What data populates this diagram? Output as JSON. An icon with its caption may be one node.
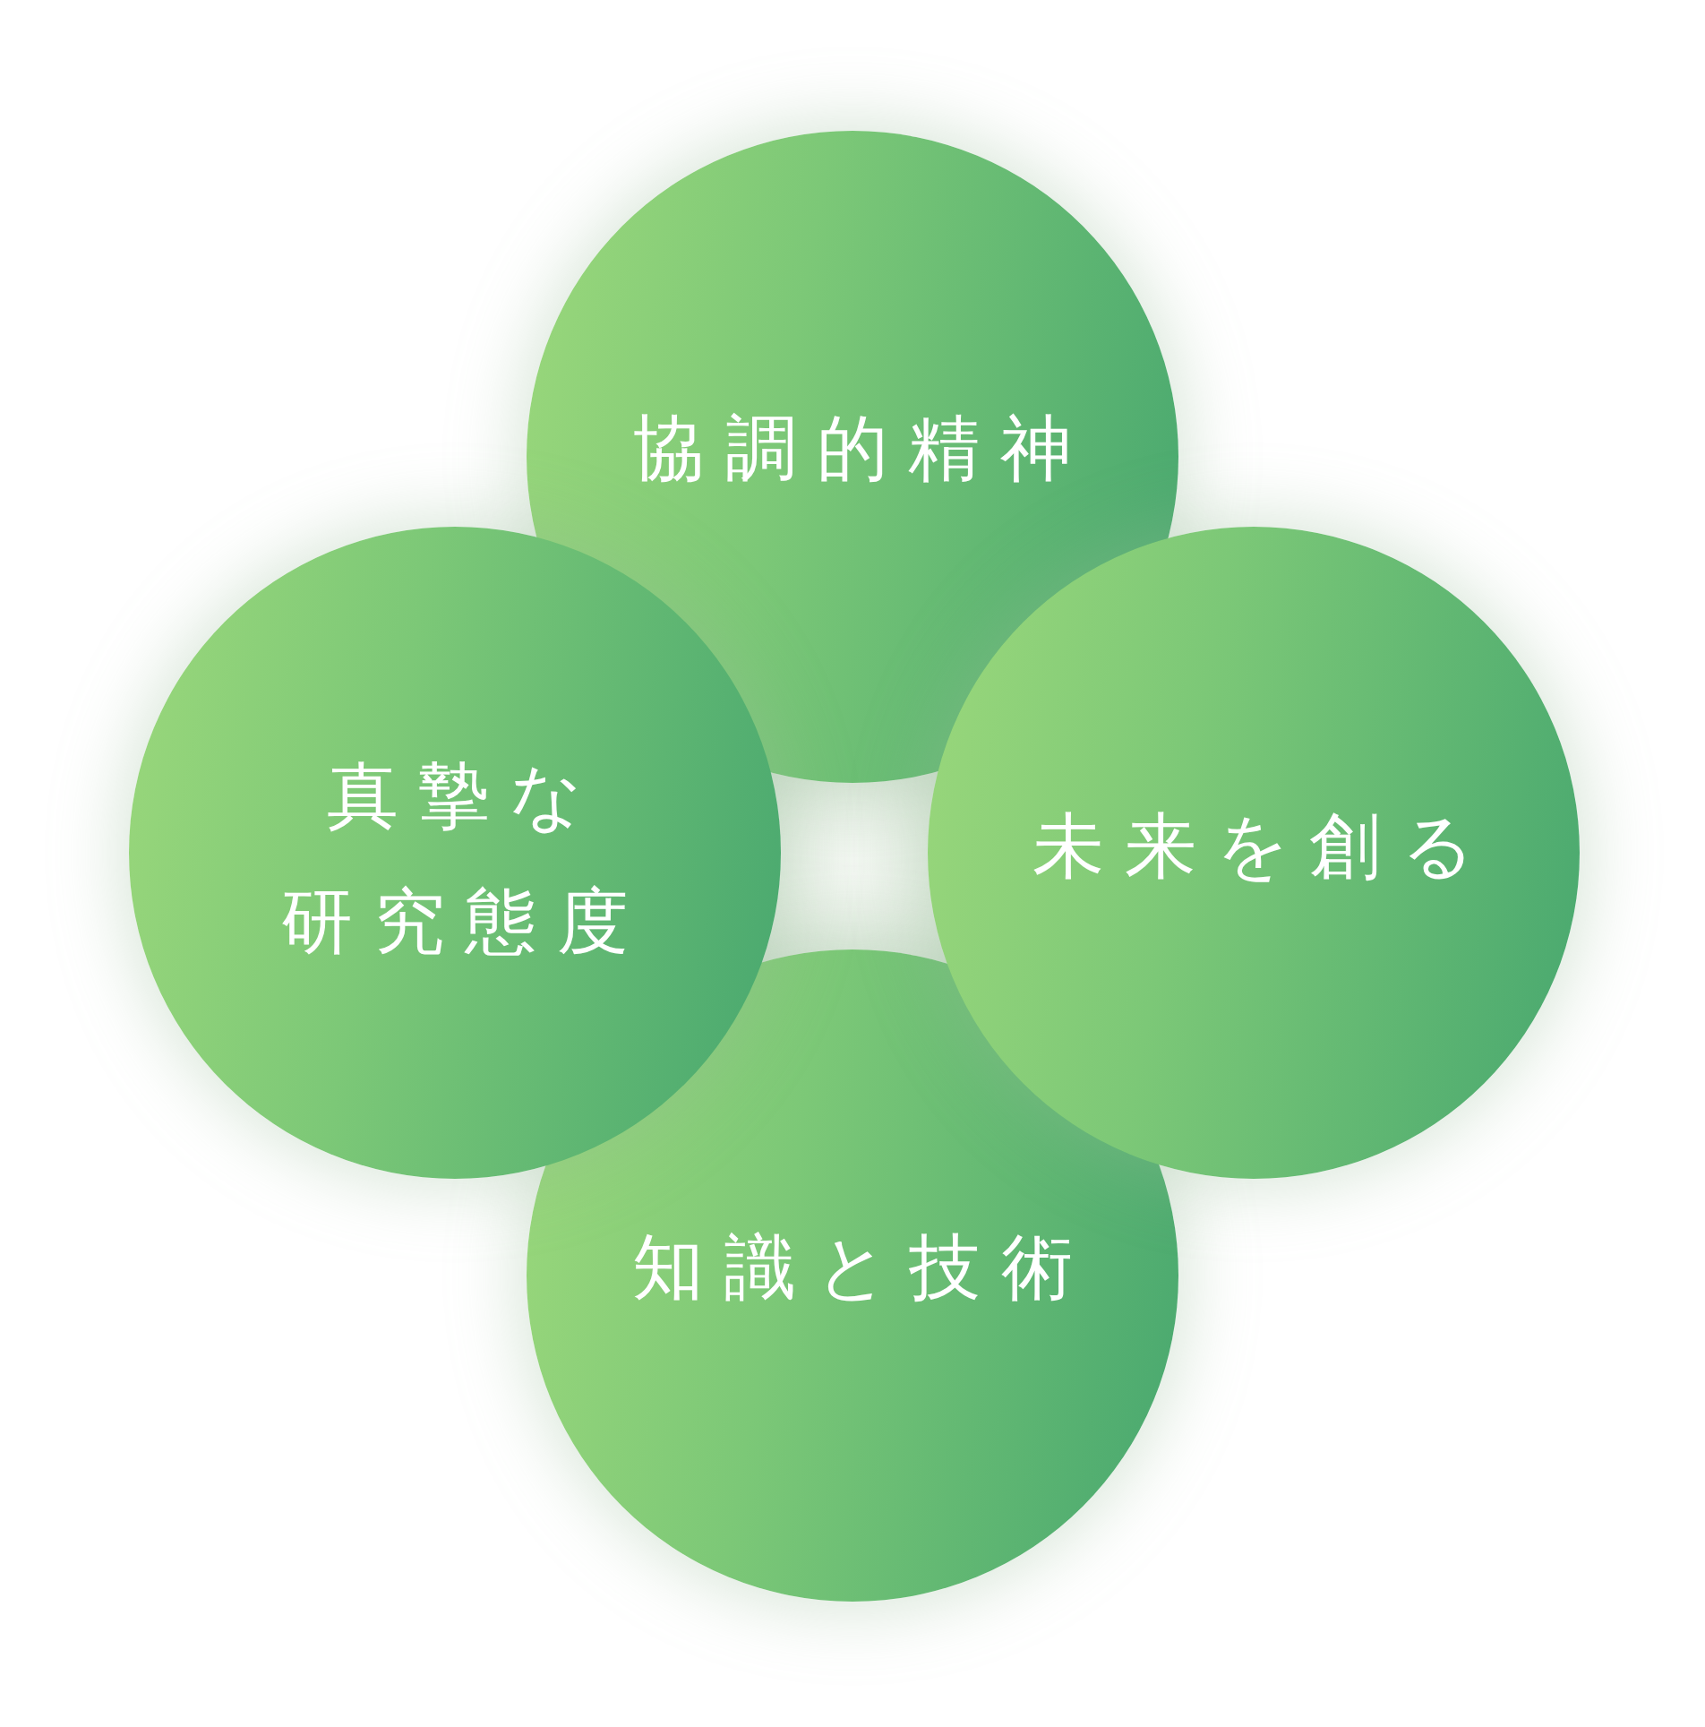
{
  "diagram": {
    "nodes": [
      {
        "text": [
          "協調的精神"
        ]
      },
      {
        "text": [
          "真摯な研究態度"
        ]
      },
      {
        "text": [
          "未来を創る"
        ]
      },
      {
        "text": [
          "知識と技術"
        ]
      }
    ]
  }
}
